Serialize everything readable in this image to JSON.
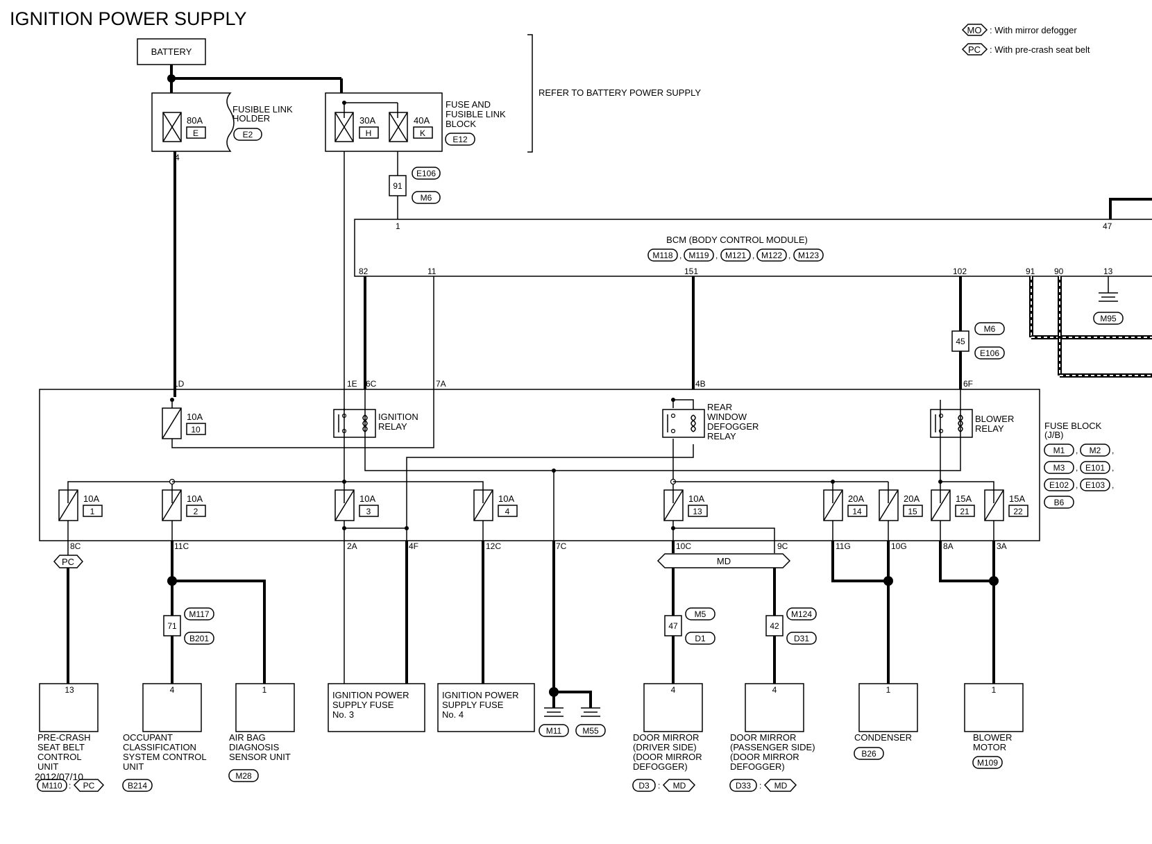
{
  "title": "IGNITION POWER SUPPLY",
  "date": "2012/07/10",
  "legend": [
    {
      "code": "MO",
      "text": ": With mirror defogger"
    },
    {
      "code": "PC",
      "text": ": With pre-crash seat belt"
    }
  ],
  "battery": "BATTERY",
  "refer_note": "REFER TO BATTERY POWER SUPPLY",
  "fusible_link_holder": {
    "label_lines": [
      "FUSIBLE LINK",
      "HOLDER"
    ],
    "connector": "E2",
    "fuse": {
      "amps": "80A",
      "id": "E"
    },
    "pin": "4"
  },
  "fuse_fusible_block": {
    "label_lines": [
      "FUSE AND",
      "FUSIBLE LINK",
      "BLOCK"
    ],
    "connector": "E12",
    "fuses": [
      {
        "amps": "30A",
        "id": "H"
      },
      {
        "amps": "40A",
        "id": "K"
      }
    ]
  },
  "junction_91": {
    "pin": "91",
    "connectors": [
      "E106",
      "M6"
    ]
  },
  "junction_45": {
    "pin": "45",
    "connectors": [
      "M6",
      "E106"
    ]
  },
  "bcm": {
    "label": "BCM (BODY CONTROL MODULE)",
    "connectors": [
      "M118",
      "M119",
      "M121",
      "M122",
      "M123"
    ],
    "pins_top": [
      "1",
      "47"
    ],
    "pins_bottom": [
      "82",
      "11",
      "151",
      "102",
      "91",
      "90",
      "13"
    ],
    "ground": "M95"
  },
  "fuse_block": {
    "label_lines": [
      "FUSE BLOCK",
      "(J/B)"
    ],
    "connectors": [
      "M1",
      "M2",
      "M3",
      "E101",
      "E102",
      "E103",
      "B6"
    ],
    "pins_top": [
      "1D",
      "1E",
      "6C",
      "7A",
      "4B",
      "6F"
    ],
    "pins_bottom": [
      "8C",
      "11C",
      "2A",
      "4F",
      "12C",
      "7C",
      "10C",
      "9C",
      "11G",
      "10G",
      "8A",
      "3A"
    ],
    "relays": [
      {
        "lines": [
          "IGNITION",
          "RELAY"
        ]
      },
      {
        "lines": [
          "REAR",
          "WINDOW",
          "DEFOGGER",
          "RELAY"
        ]
      },
      {
        "lines": [
          "BLOWER",
          "RELAY"
        ]
      }
    ],
    "fuses": [
      {
        "amps": "10A",
        "id": "10"
      },
      {
        "amps": "10A",
        "id": "1"
      },
      {
        "amps": "10A",
        "id": "2"
      },
      {
        "amps": "10A",
        "id": "3"
      },
      {
        "amps": "10A",
        "id": "4"
      },
      {
        "amps": "10A",
        "id": "13"
      },
      {
        "amps": "20A",
        "id": "14"
      },
      {
        "amps": "20A",
        "id": "15"
      },
      {
        "amps": "15A",
        "id": "21"
      },
      {
        "amps": "15A",
        "id": "22"
      }
    ]
  },
  "option_pc": "PC",
  "option_md": "MD",
  "junctions_low": [
    {
      "pin": "71",
      "connectors": [
        "M117",
        "B201"
      ]
    },
    {
      "pin": "47",
      "connectors": [
        "M5",
        "D1"
      ]
    },
    {
      "pin": "42",
      "connectors": [
        "M124",
        "D31"
      ]
    }
  ],
  "grounds": [
    "M11",
    "M55"
  ],
  "components": [
    {
      "pin": "13",
      "lines": [
        "PRE-CRASH",
        "SEAT BELT",
        "CONTROL",
        "UNIT"
      ],
      "connector": "M110",
      "option": "PC"
    },
    {
      "pin": "4",
      "lines": [
        "OCCUPANT",
        "CLASSIFICATION",
        "SYSTEM CONTROL",
        "UNIT"
      ],
      "connector": "B214",
      "option": ""
    },
    {
      "pin": "1",
      "lines": [
        "AIR BAG",
        "DIAGNOSIS",
        "SENSOR UNIT"
      ],
      "connector": "M28",
      "option": ""
    },
    {
      "pin": "",
      "lines": [
        "IGNITION POWER",
        "SUPPLY FUSE",
        "No. 3"
      ],
      "connector": "",
      "option": ""
    },
    {
      "pin": "",
      "lines": [
        "IGNITION POWER",
        "SUPPLY FUSE",
        "No. 4"
      ],
      "connector": "",
      "option": ""
    },
    {
      "pin": "4",
      "lines": [
        "DOOR MIRROR",
        "(DRIVER SIDE)",
        "(DOOR MIRROR",
        "DEFOGGER)"
      ],
      "connector": "D3",
      "option": "MD"
    },
    {
      "pin": "4",
      "lines": [
        "DOOR MIRROR",
        "(PASSENGER SIDE)",
        "(DOOR MIRROR",
        "DEFOGGER)"
      ],
      "connector": "D33",
      "option": "MD"
    },
    {
      "pin": "1",
      "lines": [
        "CONDENSER"
      ],
      "connector": "B26",
      "option": ""
    },
    {
      "pin": "1",
      "lines": [
        "BLOWER",
        "MOTOR"
      ],
      "connector": "M109",
      "option": ""
    }
  ]
}
